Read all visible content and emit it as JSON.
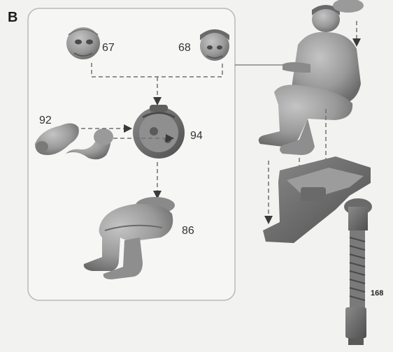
{
  "step": "B",
  "parts": {
    "head_a": "67",
    "head_b": "68",
    "arms": "92",
    "torso": "94",
    "legs": "86"
  },
  "page_number": "168",
  "colors": {
    "background": "#f2f2f0",
    "panel_border": "#b9b9b9",
    "part_fill": "#a9a9a9",
    "part_shadow": "#6f6f6f",
    "part_dark": "#4a4a4a",
    "leader_line": "#707070"
  },
  "icons": [
    "arrow-down-icon",
    "arrow-right-icon"
  ]
}
